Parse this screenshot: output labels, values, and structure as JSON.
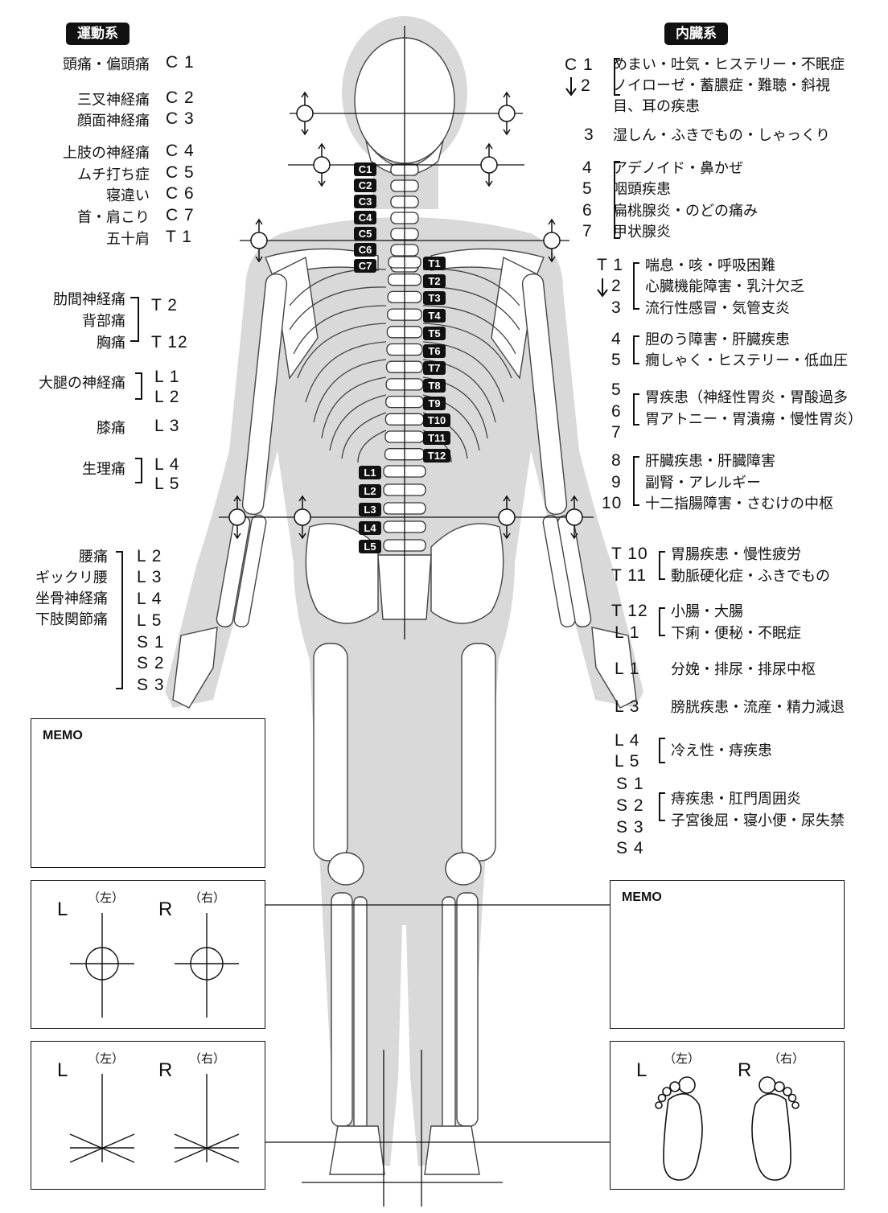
{
  "motor": {
    "header": "運動系",
    "rows1": [
      {
        "label": "頭痛・偏頭痛",
        "seg": "C 1"
      },
      {
        "label": "三叉神経痛",
        "seg": "C 2"
      },
      {
        "label": "顔面神経痛",
        "seg": "C 3"
      },
      {
        "label": "上肢の神経痛",
        "seg": "C 4"
      },
      {
        "label": "ムチ打ち症",
        "seg": "C 5"
      },
      {
        "label": "寝違い",
        "seg": "C 6"
      },
      {
        "label": "首・肩こり",
        "seg": "C 7"
      },
      {
        "label": "五十肩",
        "seg": "T 1"
      }
    ],
    "group_back": {
      "labels": [
        "肋間神経痛",
        "背部痛",
        "胸痛"
      ],
      "segs": [
        "T 2",
        "T 12"
      ]
    },
    "group_thigh": {
      "label": "大腿の神経痛",
      "segs": [
        "L 1",
        "L 2"
      ]
    },
    "knee": {
      "label": "膝痛",
      "seg": "L 3"
    },
    "period": {
      "label": "生理痛",
      "segs": [
        "L 4",
        "L 5"
      ]
    },
    "lumbar": {
      "labels": [
        "腰痛",
        "ギックリ腰",
        "坐骨神経痛",
        "下肢関節痛"
      ],
      "segs": [
        "L 2",
        "L 3",
        "L 4",
        "L 5",
        "S 1",
        "S 2",
        "S 3"
      ]
    }
  },
  "visceral": {
    "header": "内臓系",
    "g1": {
      "segs": [
        "C 1",
        "2"
      ],
      "lines": [
        "めまい・吐気・ヒステリー・不眠症",
        "ノイローゼ・蓄膿症・難聴・斜視",
        "目、耳の疾患"
      ]
    },
    "g2": {
      "seg": "3",
      "line": "湿しん・ふきでもの・しゃっくり"
    },
    "g3": {
      "segs": [
        "4",
        "5",
        "6",
        "7"
      ],
      "lines": [
        "アデノイド・鼻かぜ",
        "咽頭疾患",
        "扁桃腺炎・のどの痛み",
        "甲状腺炎"
      ]
    },
    "g4": {
      "segs": [
        "T 1",
        "2",
        "3"
      ],
      "lines": [
        "喘息・咳・呼吸困難",
        "心臓機能障害・乳汁欠乏",
        "流行性感冒・気管支炎"
      ]
    },
    "g5": {
      "segs": [
        "4",
        "5"
      ],
      "lines": [
        "胆のう障害・肝臓疾患",
        "癇しゃく・ヒステリー・低血圧"
      ]
    },
    "g6": {
      "segs": [
        "5",
        "6",
        "7"
      ],
      "lines": [
        "胃疾患（神経性胃炎・胃酸過多",
        "胃アトニー・胃潰瘍・慢性胃炎）"
      ]
    },
    "g7": {
      "segs": [
        "8",
        "9",
        "10"
      ],
      "lines": [
        "肝臓疾患・肝臓障害",
        "副腎・アレルギー",
        "十二指腸障害・さむけの中枢"
      ]
    },
    "g8": {
      "segs": [
        "T 10",
        "T 11"
      ],
      "lines": [
        "胃腸疾患・慢性疲労",
        "動脈硬化症・ふきでもの"
      ]
    },
    "g9": {
      "segs": [
        "T 12",
        "L 1"
      ],
      "lines": [
        "小腸・大腸",
        "下痢・便秘・不眠症"
      ]
    },
    "g10": {
      "seg": "L 1",
      "line": "分娩・排尿・排尿中枢"
    },
    "g11": {
      "seg": "L 3",
      "line": "膀胱疾患・流産・精力減退"
    },
    "g12": {
      "segs": [
        "L 4",
        "L 5"
      ],
      "line": "冷え性・痔疾患"
    },
    "g13": {
      "segs": [
        "S 1",
        "S 2",
        "S 3",
        "S 4"
      ],
      "lines": [
        "痔疾患・肛門周囲炎",
        "子宮後屈・寝小便・尿失禁"
      ]
    }
  },
  "vertebrae": {
    "cervical": [
      "C1",
      "C2",
      "C3",
      "C4",
      "C5",
      "C6",
      "C7"
    ],
    "thoracic": [
      "T1",
      "T2",
      "T3",
      "T4",
      "T5",
      "T6",
      "T7",
      "T8",
      "T9",
      "T10",
      "T11",
      "T12"
    ],
    "lumbar": [
      "L1",
      "L2",
      "L3",
      "L4",
      "L5"
    ]
  },
  "boxes": {
    "memo": "MEMO",
    "left": "L",
    "right": "R",
    "left_jp": "（左）",
    "right_jp": "（右）"
  }
}
